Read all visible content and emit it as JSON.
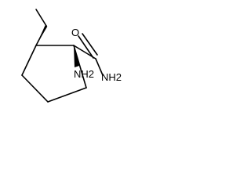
{
  "molecule": {
    "atom_labels": {
      "carbonyl_oxygen": "O",
      "amide_nitrogen": "NH2",
      "amine_nitrogen": "NH2"
    },
    "stereo_bonds": [
      "wedge",
      "wedge"
    ],
    "colors": {
      "bonds": "#000000",
      "labels": "#000000",
      "background": "#ffffff"
    }
  }
}
